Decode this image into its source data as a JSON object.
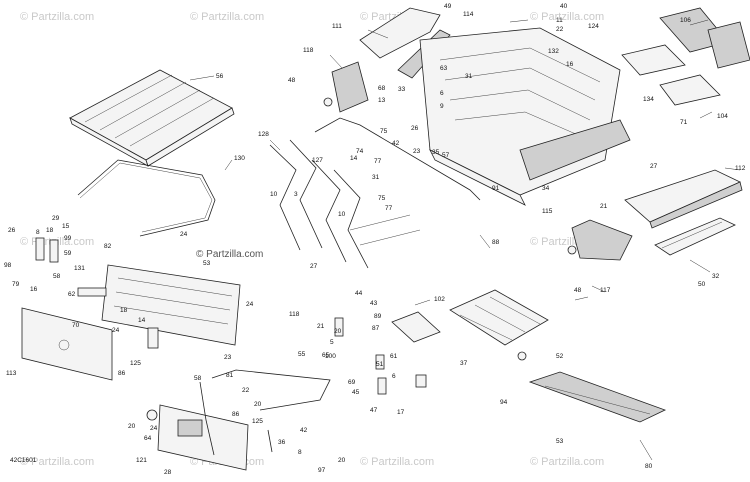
{
  "watermark": {
    "text": "© Partzilla.com",
    "center_text": "© Partzilla.com"
  },
  "figure_code": "42C1601",
  "callouts": [
    "40",
    "11",
    "22",
    "49",
    "111",
    "114",
    "124",
    "106",
    "56",
    "118",
    "48",
    "63",
    "31",
    "68",
    "33",
    "13",
    "6",
    "9",
    "132",
    "16",
    "134",
    "75",
    "26",
    "42",
    "74",
    "71",
    "23",
    "35",
    "77",
    "104",
    "128",
    "130",
    "127",
    "14",
    "31",
    "57",
    "27",
    "91",
    "21",
    "115",
    "34",
    "112",
    "10",
    "3",
    "75",
    "10",
    "77",
    "88",
    "32",
    "26",
    "29",
    "18",
    "8",
    "99",
    "15",
    "98",
    "79",
    "16",
    "58",
    "59",
    "24",
    "24",
    "131",
    "82",
    "53",
    "50",
    "27",
    "44",
    "43",
    "102",
    "117",
    "48",
    "24",
    "62",
    "18",
    "70",
    "113",
    "125",
    "14",
    "86",
    "118",
    "21",
    "20",
    "5",
    "65",
    "89",
    "87",
    "100",
    "51",
    "69",
    "45",
    "47",
    "17",
    "52",
    "37",
    "61",
    "6",
    "94",
    "53",
    "80",
    "23",
    "58",
    "81",
    "22",
    "20",
    "125",
    "20",
    "86",
    "42",
    "24",
    "121",
    "36",
    "8",
    "28",
    "64",
    "20",
    "97",
    "55"
  ]
}
